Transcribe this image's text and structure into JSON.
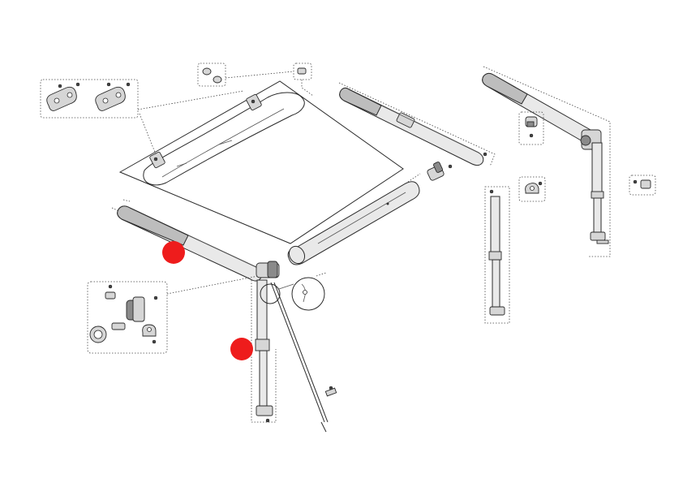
{
  "diagram": {
    "background_color": "#ffffff",
    "line_color": "#2b2b2b",
    "marker_color": "#ee1c1c",
    "markers": [
      {
        "id": "marker-front-arm"
      },
      {
        "id": "marker-front-leg"
      }
    ],
    "parts": [
      "fabric-roller-assembly",
      "end-bracket-kit",
      "cap-screws-kit",
      "front-rail-tube",
      "side-arm-left",
      "side-arm-right",
      "joint-hardware-kit",
      "front-leg-left",
      "front-leg-center",
      "rear-leg-right",
      "tension-rod",
      "end-cap-kit",
      "small-fitting-kit",
      "rear-arm-tube"
    ]
  }
}
